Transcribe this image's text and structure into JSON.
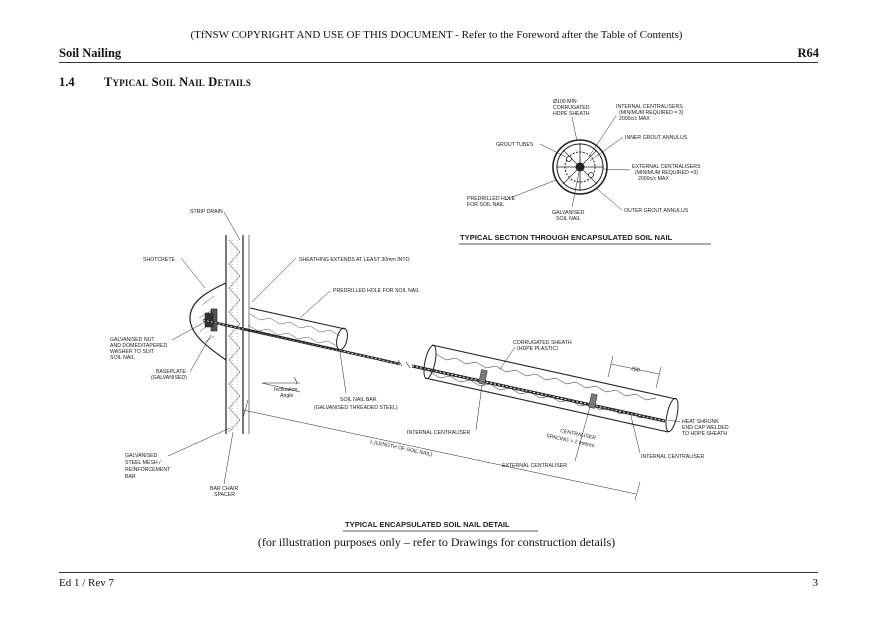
{
  "header": {
    "copyright": "(TfNSW COPYRIGHT AND USE OF THIS DOCUMENT - Refer to the Foreword after the Table of Contents)",
    "doc_title": "Soil Nailing",
    "doc_code": "R64"
  },
  "section": {
    "number": "1.4",
    "title": "Typical Soil Nail Details"
  },
  "section_drawing": {
    "title": "TYPICAL SECTION THROUGH ENCAPSULATED SOIL NAIL",
    "labels": {
      "sheath_1": "Ø100 MIN",
      "sheath_2": "CORRUGATED",
      "sheath_3": "HDPE SHEATH",
      "int_cent_1": "INTERNAL CENTRALISERS",
      "int_cent_2": "(MINIMUM REQUIRED = 3)",
      "int_cent_3": "2000c/c MAX",
      "inner_grout": "INNER GROUT ANNULUS",
      "grout_tubes": "GROUT TUBES",
      "ext_cent_1": "EXTERNAL CENTRALISERS",
      "ext_cent_2": "(MINIMUM REQUIRED =3)",
      "ext_cent_3": "2000c/c MAX",
      "hole_1": "PREDRILLED HOLE",
      "hole_2": "FOR SOIL NAIL",
      "galv_1": "GALVANISED",
      "galv_2": "SOIL NAIL",
      "outer_grout": "OUTER GROUT ANNULUS"
    }
  },
  "detail_drawing": {
    "title": "TYPICAL ENCAPSULATED SOIL NAIL DETAIL",
    "labels": {
      "strip_drain": "STRIP DRAIN",
      "shotcrete": "SHOTCRETE",
      "sheathing": "SHEATHING EXTENDS AT LEAST 30mm INTO",
      "predrilled": "PREDRILLED HOLE FOR SOIL NAIL",
      "nut_1": "GALVANISED NUT",
      "nut_2": "AND DOMED/TAPERED",
      "nut_3": "WASHER TO SUIT",
      "nut_4": "SOIL NAIL",
      "base_1": "BASEPLATE",
      "base_2": "(GALVANISED)",
      "incl_1": "Inclination",
      "incl_2": "Angle",
      "bar_1": "SOIL NAIL BAR",
      "bar_2": "(GALVANISED THREADED STEEL)",
      "corr_1": "CORRUGATED SHEATH",
      "corr_2": "(HDPE PLASTIC)",
      "dim_200": "200",
      "heat_1": "HEAT SHRUNK",
      "heat_2": "END CAP WELDED",
      "heat_3": "TO HDPE SHEATH",
      "int_cent": "INTERNAL CENTRALISER",
      "cent_sp_1": "CENTRALISER",
      "cent_sp_2": "SPACING = 2 metres",
      "ext_cent": "EXTERNAL CENTRALISER",
      "int_cent_r": "INTERNAL CENTRALISER",
      "length": "L (LENGTH OF SOIL NAIL)",
      "mesh_1": "GALVANISED",
      "mesh_2": "STEEL MESH /",
      "mesh_3": "REINFORCEMENT",
      "mesh_4": "BAR",
      "chair_1": "BAR CHAIR",
      "chair_2": "SPACER"
    }
  },
  "caption": "(for illustration purposes only – refer to Drawings for construction details)",
  "footer": {
    "edition": "Ed 1 / Rev 7",
    "page": "3"
  }
}
